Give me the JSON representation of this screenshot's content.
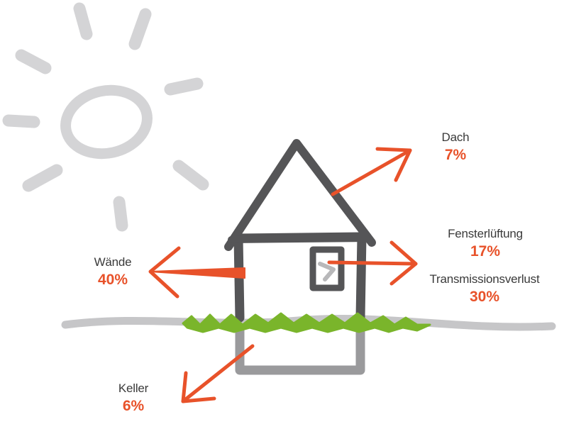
{
  "colors": {
    "arrow": "#e8522a",
    "house": "#555557",
    "basement": "#9a9a9c",
    "ground": "#c6c6c8",
    "grass": "#7ab52b",
    "sun": "#d4d4d6",
    "text": "#3a3a3a"
  },
  "icons": [
    "sun-icon",
    "house-icon",
    "grass-icon"
  ],
  "labels": {
    "dach": {
      "name": "Dach",
      "value": "7%"
    },
    "fenster": {
      "name": "Fensterlüftung",
      "value": "17%"
    },
    "transmission": {
      "name": "Transmissionsverlust",
      "value": "30%"
    },
    "waende": {
      "name": "Wände",
      "value": "40%"
    },
    "keller": {
      "name": "Keller",
      "value": "6%"
    }
  }
}
